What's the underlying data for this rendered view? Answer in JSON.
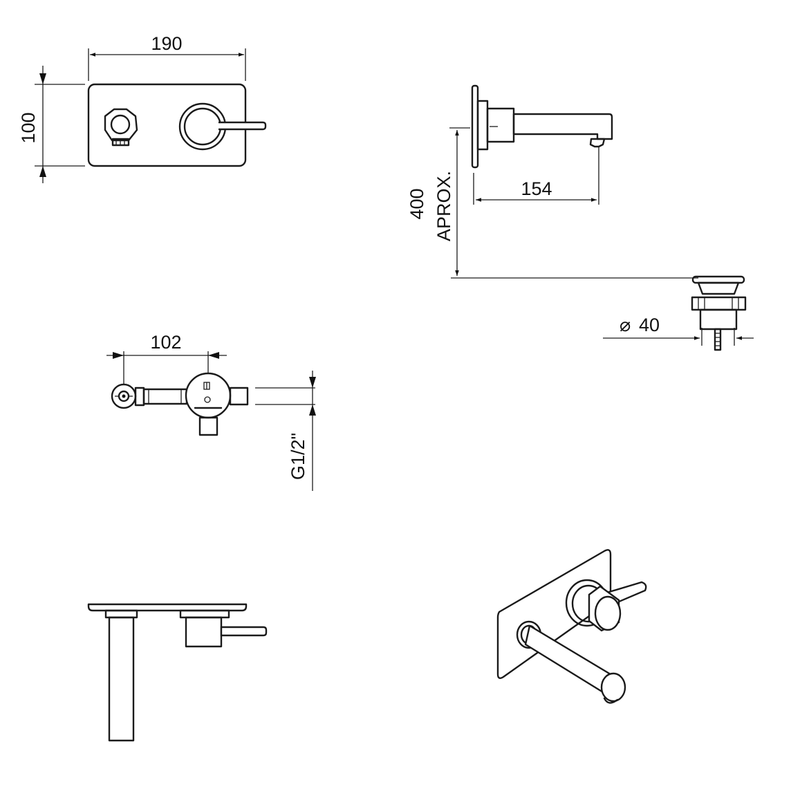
{
  "dimensions": {
    "plate_width": "190",
    "plate_height": "100",
    "spout_length": "154",
    "height_value": "400",
    "height_note": "APROX.",
    "drain_diameter_symbol": "⌀",
    "drain_diameter": "40",
    "body_spacing": "102",
    "thread": "G1/2\""
  }
}
